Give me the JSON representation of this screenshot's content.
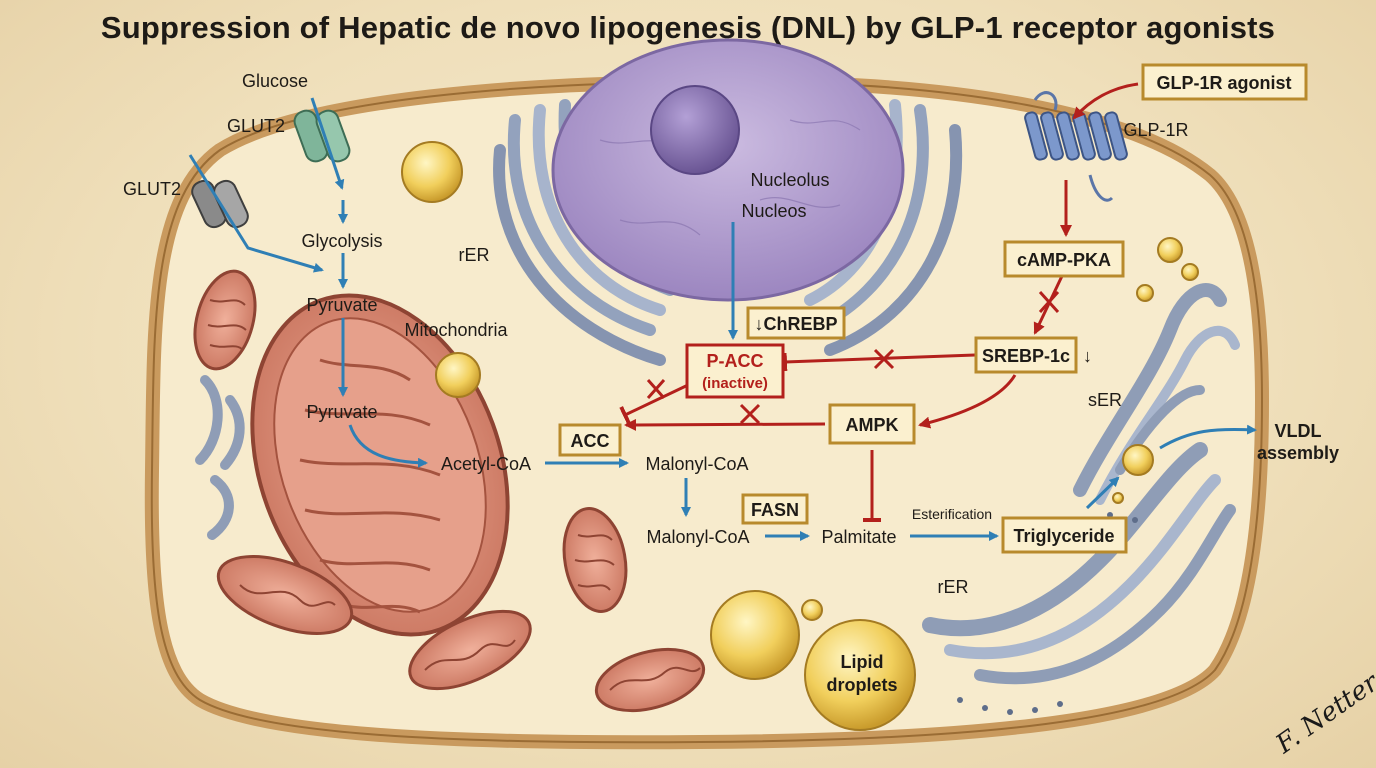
{
  "title": "Suppression of Hepatic de novo lipogenesis (DNL) by GLP-1 receptor agonists",
  "labels": {
    "glucose": "Glucose",
    "glut2_top": "GLUT2",
    "glut2_left": "GLUT2",
    "glycolysis": "Glycolysis",
    "pyruvate_1": "Pyruvate",
    "pyruvate_2": "Pyruvate",
    "mitochondria": "Mitochondria",
    "rer_top": "rER",
    "nucleolus": "Nucleolus",
    "nucleus": "Nucleos",
    "chrebp": "↓ChREBP",
    "pacc_line1": "P-ACC",
    "pacc_line2": "(inactive)",
    "acc": "ACC",
    "acetyl_coa": "Acetyl-CoA",
    "malonyl_coa_1": "Malonyl-CoA",
    "malonyl_coa_2": "Malonyl-CoA",
    "fasn": "FASN",
    "palmitate": "Palmitate",
    "esterification": "Esterification",
    "triglyceride": "Triglyceride",
    "ampk": "AMPK",
    "srebp": "SREBP-1c",
    "srebp_arrow": "↓",
    "camp_pka": "cAMP-PKA",
    "glp1r_agonist": "GLP-1R agonist",
    "glp1r": "GLP-1R",
    "ser": "sER",
    "vldl_line1": "VLDL",
    "vldl_line2": "assembly",
    "rer_bottom": "rER",
    "lipid_line1": "Lipid",
    "lipid_line2": "droplets",
    "signature": "F. Netter"
  },
  "colors": {
    "membrane": "#c99a5e",
    "cytoplasm": "#f7ebcd",
    "nucleus": "#b9a6cf",
    "nucleolus": "#8e78b4",
    "mitochondria": "#d98c74",
    "er": "#8f9db6",
    "lipid": "#f3d36a",
    "blue_arrow": "#2f7fb5",
    "red_inhibit": "#b3201c",
    "box_border": "#b88a2c",
    "box_fill": "#fbf0cf"
  }
}
